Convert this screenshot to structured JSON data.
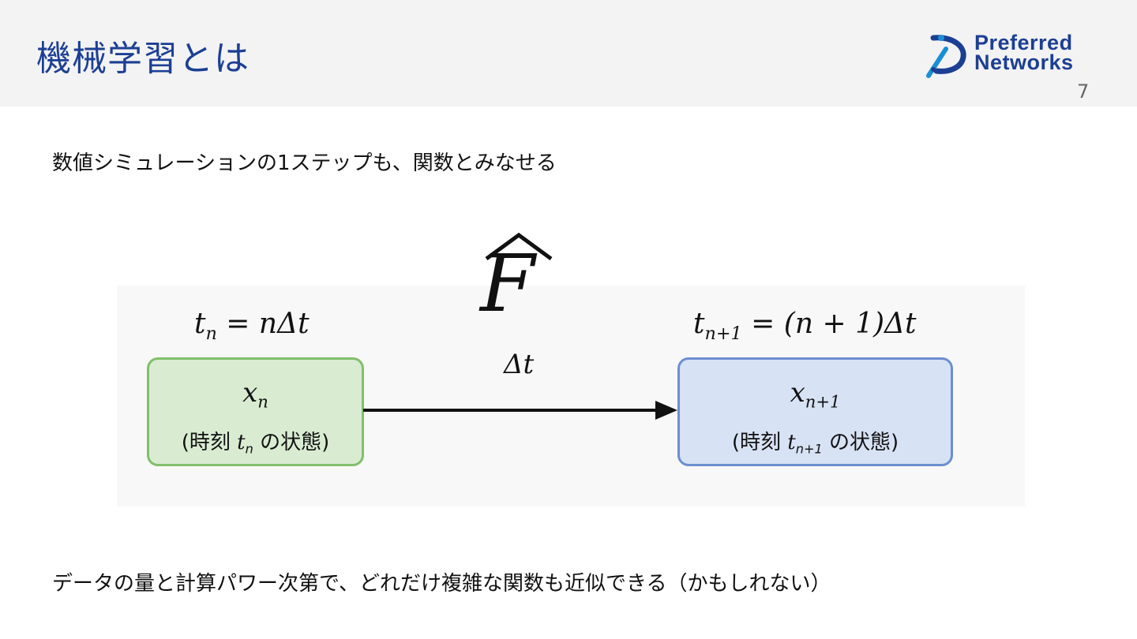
{
  "slide": {
    "title": "機械学習とは",
    "page_number": "7"
  },
  "logo": {
    "line1": "Preferred",
    "line2": "Networks",
    "brand_color": "#1c3f94",
    "accent_color": "#1a8fd6"
  },
  "lead_text": "数値シミュレーションの1ステップも、関数とみなせる",
  "diagram": {
    "operator": "F",
    "left_time_label": {
      "lhs": "t",
      "lhs_sub": "n",
      "rhs": " = nΔt"
    },
    "right_time_label": {
      "lhs": "t",
      "lhs_sub": "n+1",
      "rhs": " = (n + 1)Δt"
    },
    "step_label": "Δt",
    "left_box": {
      "var": "x",
      "var_sub": "n",
      "state_open": "(時刻 ",
      "state_t": "t",
      "state_t_sub": "n",
      "state_close": " の状態)"
    },
    "right_box": {
      "var": "x",
      "var_sub": "n+1",
      "state_open": "(時刻 ",
      "state_t": "t",
      "state_t_sub": "n+1",
      "state_close": " の状態)"
    },
    "colors": {
      "left_fill": "#d9ecd2",
      "left_border": "#82bf6b",
      "right_fill": "#d8e2f5",
      "right_border": "#6c8fcf"
    }
  },
  "bottom_text": "データの量と計算パワー次第で、どれだけ複雑な関数も近似できる（かもしれない）"
}
